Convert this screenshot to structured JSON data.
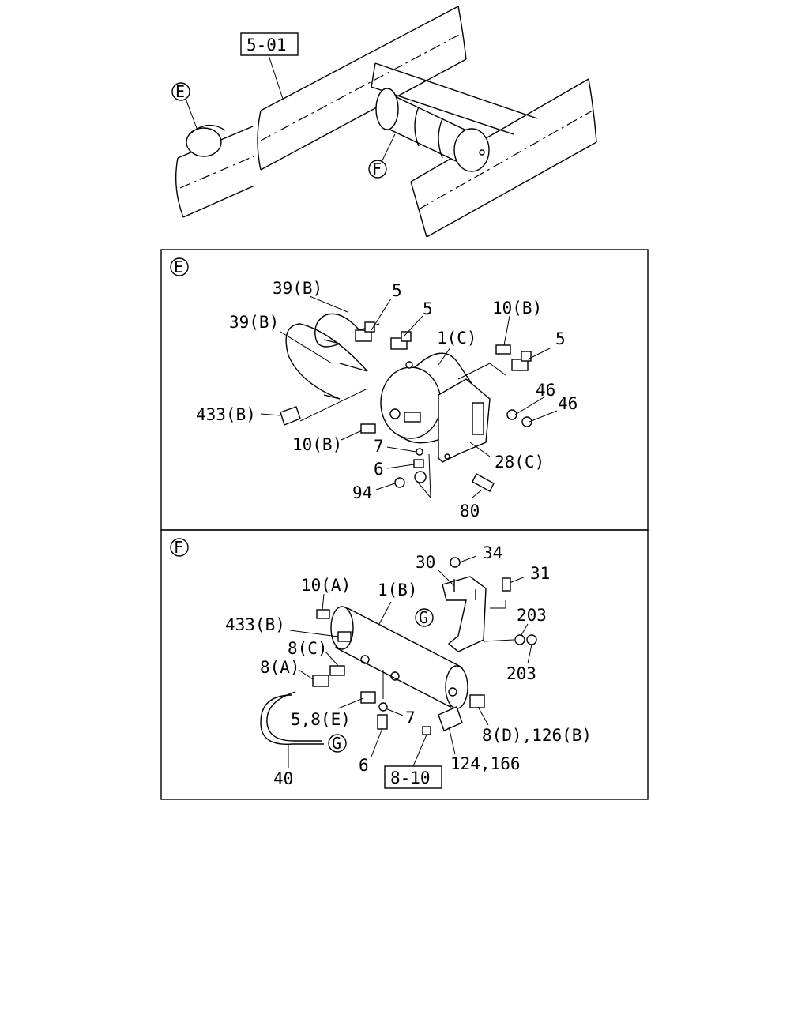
{
  "overview": {
    "ref_box": "5-01",
    "callouts": {
      "e": "E",
      "f": "F"
    }
  },
  "panel_e": {
    "marker": "E",
    "labels": {
      "p39b_top": "39(B)",
      "p39b_mid": "39(B)",
      "p5_a": "5",
      "p5_b": "5",
      "p10b_top": "10(B)",
      "p1c": "1(C)",
      "p5_c": "5",
      "p46_a": "46",
      "p46_b": "46",
      "p433b": "433(B)",
      "p10b_bot": "10(B)",
      "p7": "7",
      "p6": "6",
      "p28c": "28(C)",
      "p94": "94",
      "p80": "80"
    }
  },
  "panel_f": {
    "marker": "F",
    "labels": {
      "p30": "30",
      "p34": "34",
      "p31": "31",
      "p10a": "10(A)",
      "p1b": "1(B)",
      "p203_a": "203",
      "p433b": "433(B)",
      "p8c": "8(C)",
      "p8a": "8(A)",
      "p203_b": "203",
      "p5_8e": "5,8(E)",
      "p7": "7",
      "p8d_126b": "8(D),126(B)",
      "p6": "6",
      "p124_166": "124,166",
      "p40": "40"
    },
    "ref_box": "8-10",
    "g_marker_a": "G",
    "g_marker_b": "G"
  }
}
